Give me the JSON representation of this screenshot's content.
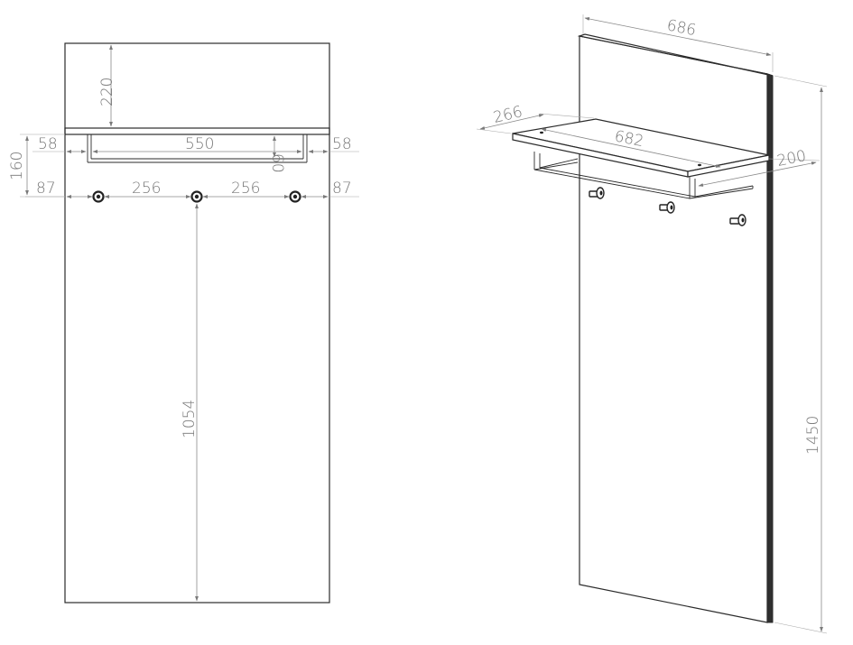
{
  "diagram": {
    "front_view": {
      "dimensions": {
        "shelf_top_offset": "220",
        "total_hook_zone": "160",
        "rail_inset_left": "58",
        "rail_width": "550",
        "rail_height": "60",
        "rail_inset_right": "58",
        "hook_inset_left": "87",
        "hook_spacing_1": "256",
        "hook_spacing_2": "256",
        "hook_inset_right": "87",
        "hook_height": "1054"
      }
    },
    "iso_view": {
      "dimensions": {
        "panel_width": "686",
        "shelf_depth": "266",
        "shelf_width": "682",
        "rail_depth": "200",
        "panel_height": "1450"
      }
    }
  }
}
